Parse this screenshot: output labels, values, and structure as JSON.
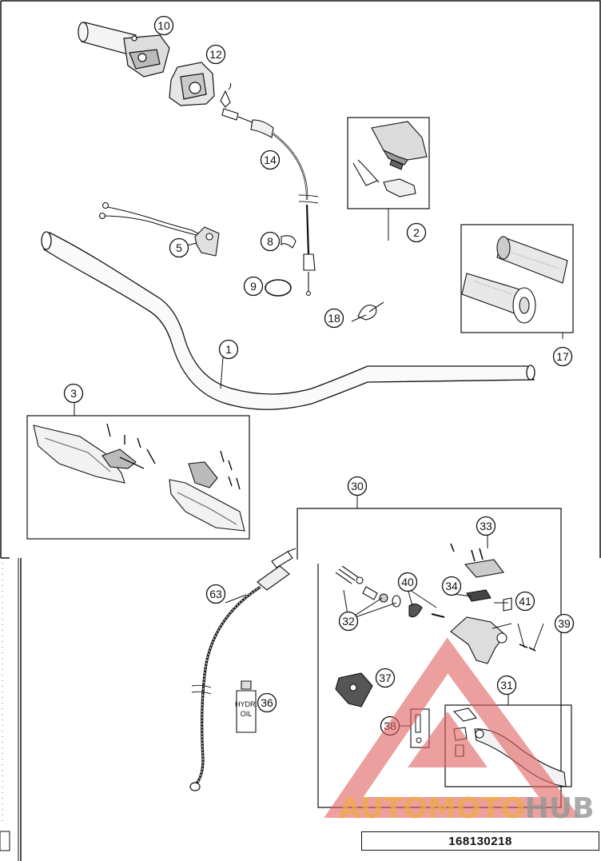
{
  "diagram": {
    "callouts": [
      "10",
      "12",
      "14",
      "2",
      "8",
      "5",
      "9",
      "18",
      "1",
      "17",
      "3",
      "30",
      "33",
      "63",
      "40",
      "34",
      "41",
      "32",
      "39",
      "37",
      "31",
      "36",
      "38"
    ],
    "drawing_number": "168130218",
    "bottle_label": "HYDR. OIL",
    "watermark": {
      "part1": "AUTO",
      "part2": "MOTO",
      "part3": "HUB"
    }
  },
  "colors": {
    "line": "#111111",
    "watermark_triangle": "#e06060",
    "watermark_text_a": "#f0aa46",
    "watermark_text_b": "#969696"
  }
}
